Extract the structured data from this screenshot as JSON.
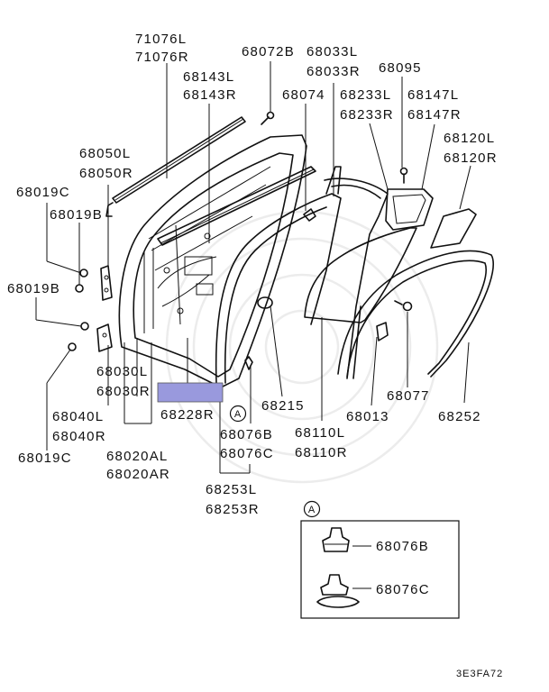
{
  "labels": {
    "p71076l": "71076L",
    "p71076r": "71076R",
    "p68072b": "68072B",
    "p68033l": "68033L",
    "p68033r": "68033R",
    "p68095": "68095",
    "p68143l": "68143L",
    "p68143r": "68143R",
    "p68074": "68074",
    "p68233l": "68233L",
    "p68233r": "68233R",
    "p68147l": "68147L",
    "p68147r": "68147R",
    "p68120l": "68120L",
    "p68120r": "68120R",
    "p68050l": "68050L",
    "p68050r": "68050R",
    "p68019c_top": "68019C",
    "p68019b_top": "68019B",
    "p68019b_mid": "68019B",
    "p68030l": "68030L",
    "p68030r": "68030R",
    "p68040l": "68040L",
    "p68040r": "68040R",
    "p68019c_bot": "68019C",
    "p68020al": "68020AL",
    "p68020ar": "68020AR",
    "p68228r": "68228R",
    "callout_a_main": "A",
    "p68076b": "68076B",
    "p68076c": "68076C",
    "p68215": "68215",
    "p68110l": "68110L",
    "p68110r": "68110R",
    "p68013": "68013",
    "p68077": "68077",
    "p68252": "68252",
    "p68253l": "68253L",
    "p68253r": "68253R",
    "callout_a_inset": "A",
    "inset_68076b": "68076B",
    "inset_68076c": "68076C",
    "diagram_code": "3E3FA72"
  },
  "colors": {
    "line": "#111111",
    "redaction": "#9999dd",
    "watermark": "#ececec"
  }
}
